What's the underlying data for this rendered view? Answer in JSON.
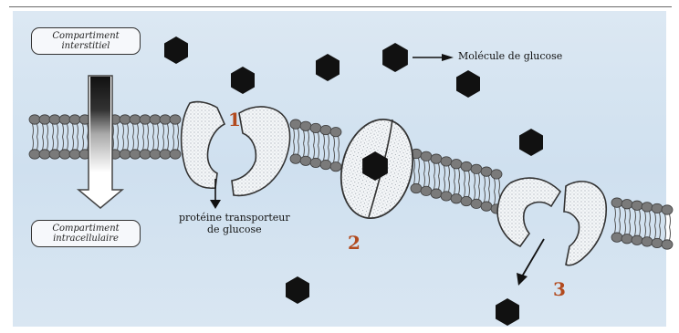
{
  "labels": {
    "extracellular": "Compartiment\ninterstitiel",
    "intracellular": "Compartiment\nintracellulaire",
    "glucose_molecule": "Molécule de glucose",
    "transporter": "protéine transporteur\nde glucose"
  },
  "steps": [
    "1",
    "2",
    "3"
  ],
  "colors": {
    "background": "#d4e3f0",
    "glucose": "#111111",
    "step_number": "#b24a1e",
    "lipid_head": "#7a7a7a"
  },
  "icons": {
    "glucose": "black-hexagon",
    "flow_arrow": "down-arrow"
  }
}
